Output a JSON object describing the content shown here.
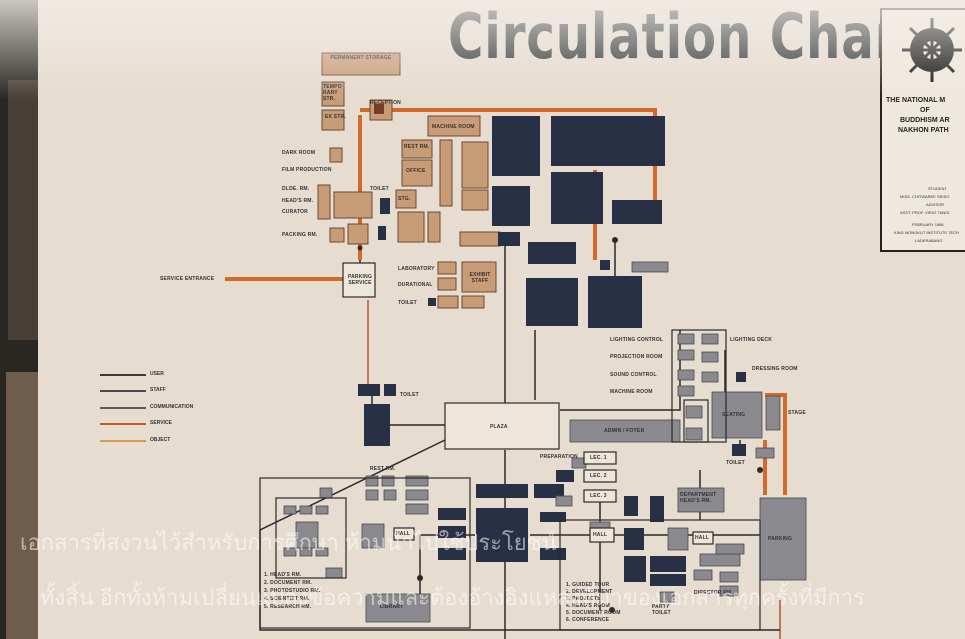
{
  "title": "Circulation Chart",
  "titleblock": {
    "lines": [
      "THE NATIONAL M",
      "OF",
      "BUDDHISM AR",
      "NAKHON PATH"
    ],
    "small": [
      "STUDENT",
      "MISS. CHITWAREE SRISO",
      "ADVISOR",
      "ASST. PROF. VIRAT TANGI",
      "FEBRUARY 1986",
      "KING MONGKUT INSTITUTE TECH",
      "LADKRABANG"
    ]
  },
  "labels": {
    "permanent_storage": "PERMANENT STORAGE",
    "temporary_storage": "TEMPO RARY STR.",
    "ex_str": "EX STR.",
    "reception": "RECEPTION",
    "machine_room": "MACHINE ROOM",
    "dark_room": "DARK ROOM",
    "film_production": "FILM PRODUCTION",
    "dlde_rm": "DLDE. RM.",
    "heads_rm": "HEAD'S RM.",
    "curator": "CURATOR",
    "packing_rm": "PACKING RM.",
    "rest_rm": "REST RM.",
    "office": "OFFICE",
    "toilet": "TOILET",
    "stg": "STG.",
    "service_entrance": "SERVICE ENTRANCE",
    "parking_service": "PARKING SERVICE",
    "laboratory": "LABORATORY",
    "durational": "DURATIONAL",
    "exhibit_staff": "EXHIBIT STAFF",
    "lighting_control": "LIGHTING CONTROL",
    "lighting_deck": "LIGHTING DECK",
    "projection_room": "PROJECTION ROOM",
    "sound_control": "SOUND CONTROL",
    "machine_room2": "MACHINE ROOM",
    "dressing_room": "DRESSING ROOM",
    "seating": "SEATING",
    "stage": "STAGE",
    "plaza": "PLAZA",
    "admin": "ADMIN / FOYER",
    "library": "LIBRARY",
    "parking": "PARKING",
    "hall": "HALL",
    "lec1": "LEC. 1",
    "lec2": "LEC. 2",
    "lec3": "LEC. 3",
    "preparation": "PREPARATION",
    "department": "DEPARTMENT HEAD'S RM.",
    "director": "DIRECTOR RM.",
    "party": "PARTY TOILET",
    "list_left": [
      "1. HEAD'S RM.",
      "2. DOCUMENT RM.",
      "3. PHOTOSTUDIO RM.",
      "4. SCIENTIST RM.",
      "5. RESEARCH RM."
    ],
    "list_right": [
      "1. GUIDED TOUR",
      "2. DEVELOPMENT",
      "3. PROJECTS",
      "4. HEAD'S ROOM",
      "5. DOCUMENT ROOM",
      "6. CONFERENCE"
    ]
  },
  "legend": [
    {
      "label": "USER",
      "color": "#3a3a3a"
    },
    {
      "label": "STAFF",
      "color": "#4a4a4a"
    },
    {
      "label": "COMMUNICATION",
      "color": "#5a5a5a"
    },
    {
      "label": "SERVICE",
      "color": "#c85a2a"
    },
    {
      "label": "OBJECT",
      "color": "#d99a55"
    }
  ],
  "watermark": [
    "เอกสารที่สงวนไว้สำหรับการศึกษา ห้ามนำไปใช้ประโยชน์",
    "ทั้งสิ้น อีกทั้งห้ามเปลี่ยนแปลงข้อความและต้องอ้างอิงแหล่งที่มาของเอกสารทุกครั้งที่มีการ"
  ]
}
